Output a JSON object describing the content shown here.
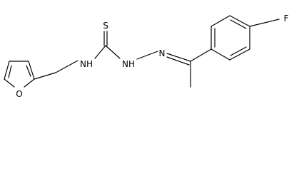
{
  "molecule": {
    "atoms": {
      "thione_S": "S",
      "amide_NH": "NH",
      "hydrazine_NH": "NH",
      "imine_N": "N",
      "furan_O": "O",
      "fluorine": "F"
    }
  },
  "colors": {
    "bond": "#000000",
    "label": "#000000",
    "background": "#ffffff"
  }
}
